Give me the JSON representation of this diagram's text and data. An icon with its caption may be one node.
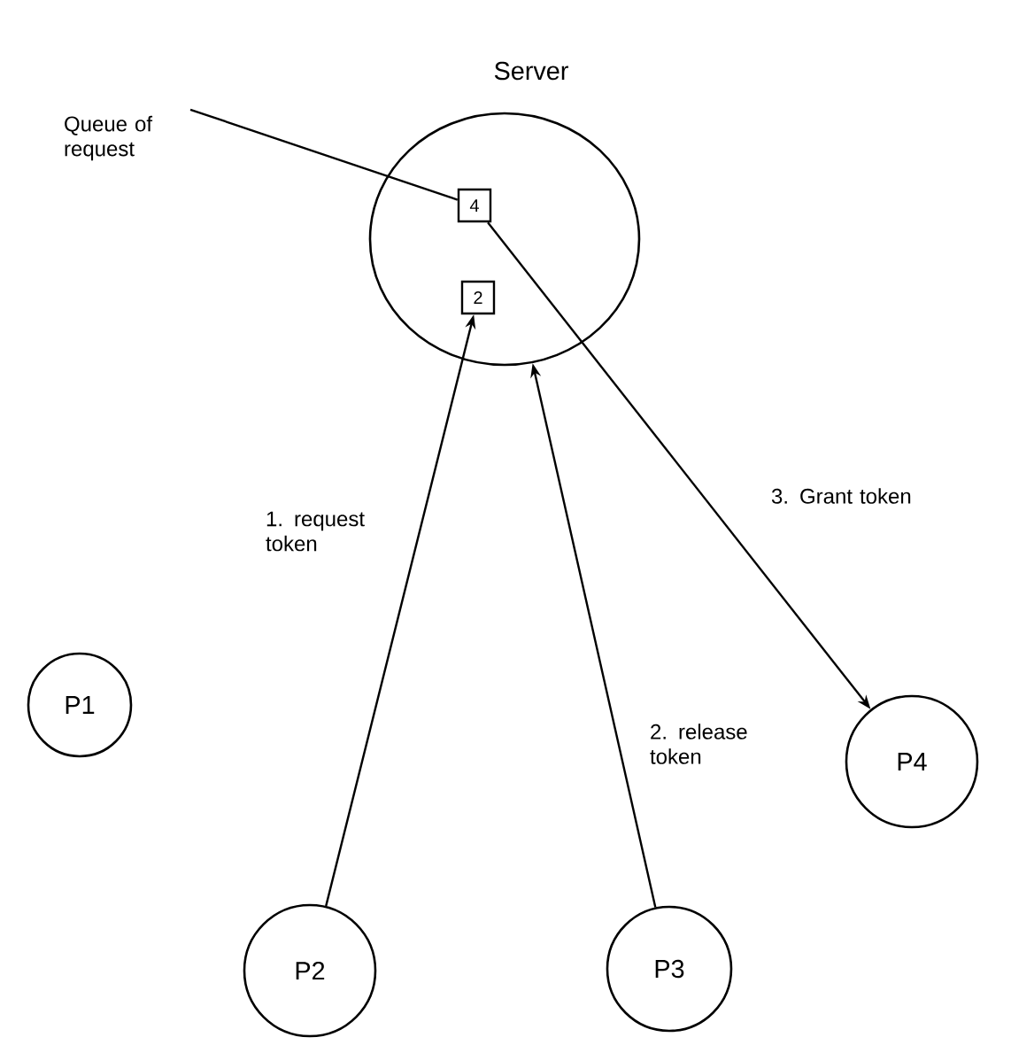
{
  "diagram": {
    "nodes": [
      {
        "text": [
          "Server"
        ]
      },
      {
        "text": [
          "4"
        ],
        "in": 0
      },
      {
        "text": [
          "2"
        ],
        "in": 0
      },
      {
        "text": [
          "Queue of request"
        ]
      },
      {
        "text": [
          "P1"
        ]
      },
      {
        "text": [
          "P2"
        ]
      },
      {
        "text": [
          "P3"
        ]
      },
      {
        "text": [
          "P4"
        ]
      }
    ],
    "edges": [
      {
        "from": 3,
        "to": 1,
        "arrow": "none"
      },
      {
        "from": 5,
        "to": 2,
        "arrow": "to",
        "label": "1. request token"
      },
      {
        "from": 6,
        "to": 0,
        "arrow": "to",
        "label": "2. release token"
      },
      {
        "from": 1,
        "to": 7,
        "arrow": "to",
        "label": "3. Grant token"
      }
    ]
  }
}
